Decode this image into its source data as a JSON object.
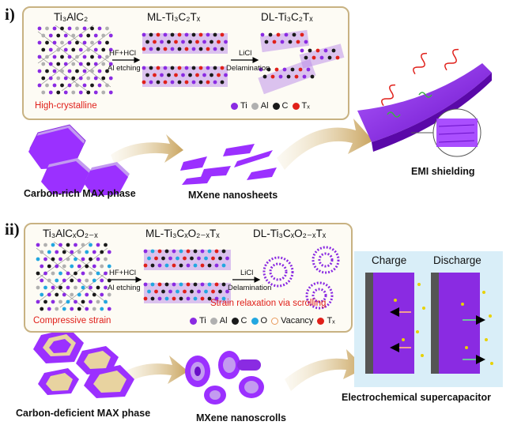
{
  "panel_i": {
    "label": "i)",
    "stage1": "Ti₃AlC₂",
    "stage2": "ML-Ti₃C₂Tₓ",
    "stage3": "DL-Ti₃C₂Tₓ",
    "etch_line1": "HF+HCl",
    "etch_line2": "Al etching",
    "delam_line1": "LiCl",
    "delam_line2": "Delamination",
    "note": "High-crystalline",
    "legend": [
      "Ti",
      "Al",
      "C",
      "Tₓ"
    ],
    "label_max": "Carbon-rich MAX phase",
    "label_mxene": "MXene nanosheets",
    "label_app": "EMI shielding"
  },
  "panel_ii": {
    "label": "ii)",
    "stage1": "Ti₃AlCₓO₂₋ₓ",
    "stage2": "ML-Ti₃CₓO₂₋ₓTₓ",
    "stage3": "DL-Ti₃CₓO₂₋ₓTₓ",
    "etch_line1": "HF+HCl",
    "etch_line2": "Al etching",
    "delam_line1": "LiCl",
    "delam_line2": "Delamination",
    "note_left": "Compressive strain",
    "note_right": "Strain relaxation via scrolling",
    "legend": [
      "Ti",
      "Al",
      "C",
      "O",
      "Vacancy",
      "Tₓ"
    ],
    "label_max": "Carbon-deficient MAX phase",
    "label_mxene": "MXene nanoscrolls",
    "label_app": "Electrochemical supercapacitor",
    "charge": "Charge",
    "discharge": "Discharge"
  },
  "colors": {
    "ti": "#8a2be2",
    "al": "#b0b0b0",
    "c": "#1a1a1a",
    "o": "#22a7e0",
    "tx": "#e0201a",
    "mxene": "#9b30ff",
    "frame": "#c8b282"
  }
}
